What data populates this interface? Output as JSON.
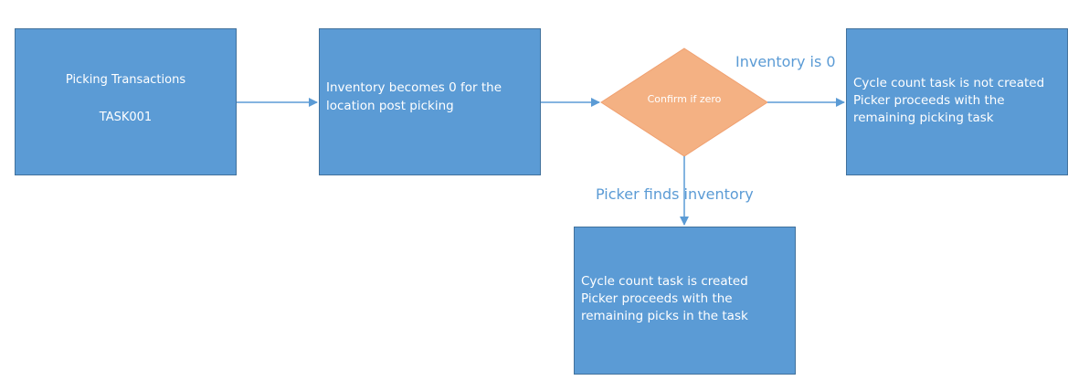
{
  "nodes": {
    "picking": {
      "line1": "Picking Transactions",
      "line2": "TASK001"
    },
    "inventory_zero": {
      "text": "Inventory becomes 0 for the location post picking"
    },
    "decision": {
      "text": "Confirm if zero"
    },
    "not_created": {
      "line1": "Cycle count task is not created",
      "line2": "Picker proceeds with the remaining picking task"
    },
    "created": {
      "line1": "Cycle count task is created",
      "line2": "Picker proceeds with the remaining picks in the task"
    }
  },
  "edges": {
    "inventory_is_zero": "Inventory is 0",
    "picker_finds_inventory": "Picker finds inventory"
  },
  "colors": {
    "box_fill": "#5B9BD5",
    "diamond_fill": "#F4B183",
    "arrow": "#5B9BD5",
    "label_text": "#5B9BD5"
  }
}
